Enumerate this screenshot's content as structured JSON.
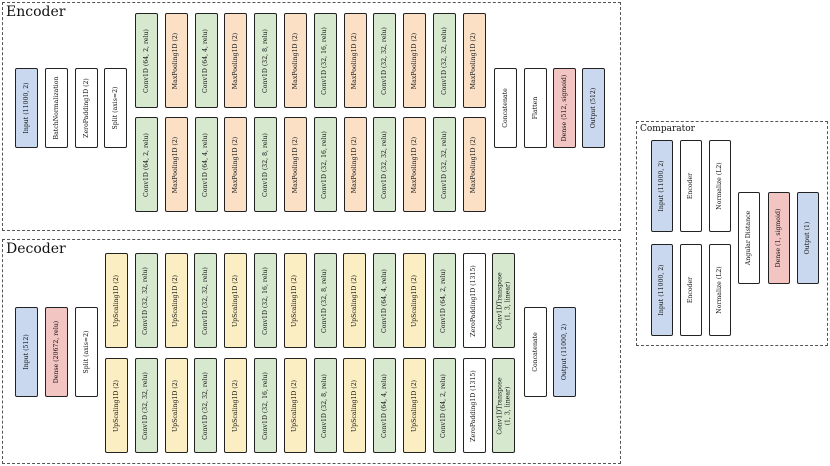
{
  "colors": {
    "input": "#c9d8ef",
    "conv": "#d6e9cf",
    "pool": "#fbe0c6",
    "up": "#fbeec2",
    "dense": "#f2c4c2",
    "plain": "#ffffff"
  },
  "encoder": {
    "title": "Encoder",
    "input": "Input (11000, 2)",
    "batchnorm": "BatchNormalization",
    "zeropad": "ZeroPadding1D (2)",
    "split": "Split (axis=2)",
    "branch_top": [
      "Conv1D (64, 2, relu)",
      "MaxPooling1D (2)",
      "Conv1D (64, 4, relu)",
      "MaxPooling1D (2)",
      "Conv1D (32, 8, relu)",
      "MaxPooling1D (2)",
      "Conv1D (32, 16, relu)",
      "MaxPooling1D (2)",
      "Conv1D (32, 32, relu)",
      "MaxPooling1D (2)",
      "Conv1D (32, 32, relu)",
      "MaxPooling1D (2)"
    ],
    "branch_bottom": [
      "Conv1D (64, 2, relu)",
      "MaxPooling1D (2)",
      "Conv1D (64, 4, relu)",
      "MaxPooling1D (2)",
      "Conv1D (32, 8, relu)",
      "MaxPooling1D (2)",
      "Conv1D (32, 16, relu)",
      "MaxPooling1D (2)",
      "Conv1D (32, 32, relu)",
      "MaxPooling1D (2)",
      "Conv1D (32, 32, relu)",
      "MaxPooling1D (2)"
    ],
    "concatenate": "Concatenate",
    "flatten": "Flatten",
    "dense": "Dense (512, sigmoid)",
    "output": "Output (512)"
  },
  "decoder": {
    "title": "Decoder",
    "input": "Input (512)",
    "dense": "Dense (20672, relu)",
    "split": "Split (axis=2)",
    "branch_top": [
      "UpScaling1D (2)",
      "Conv1D (32, 32, relu)",
      "UpScaling1D (2)",
      "Conv1D (32, 32, relu)",
      "UpScaling1D (2)",
      "Conv1D (32, 16, relu)",
      "UpScaling1D (2)",
      "Conv1D (32, 8, relu)",
      "UpScaling1D (2)",
      "Conv1D (64, 4, relu)",
      "UpScaling1D (2)",
      "Conv1D (64, 2, relu)",
      "ZeroPadding1D (1315)",
      "Conv1DTranspose\n(1, 3, linear)"
    ],
    "branch_bottom": [
      "UpScaling1D (2)",
      "Conv1D (32, 32, relu)",
      "UpScaling1D (2)",
      "Conv1D (32, 32, relu)",
      "UpScaling1D (2)",
      "Conv1D (32, 16, relu)",
      "UpScaling1D (2)",
      "Conv1D (32, 8, relu)",
      "UpScaling1D (2)",
      "Conv1D (64, 4, relu)",
      "UpScaling1D (2)",
      "Conv1D (64, 2, relu)",
      "ZeroPadding1D (1315)",
      "Conv1DTranspose\n(1, 3, linear)"
    ],
    "concatenate": "Concatenate",
    "output": "Output (11000, 2)"
  },
  "comparator": {
    "title": "Comparator",
    "input_top": "Input (11000, 2)",
    "input_bottom": "Input (11000, 2)",
    "encoder_top": "Encoder",
    "encoder_bottom": "Encoder",
    "normalize_top": "Normalize (L2)",
    "normalize_bottom": "Normalize (L2)",
    "angular": "Angular Distance",
    "dense": "Dense (1, sigmoid)",
    "output": "Output (1)"
  }
}
